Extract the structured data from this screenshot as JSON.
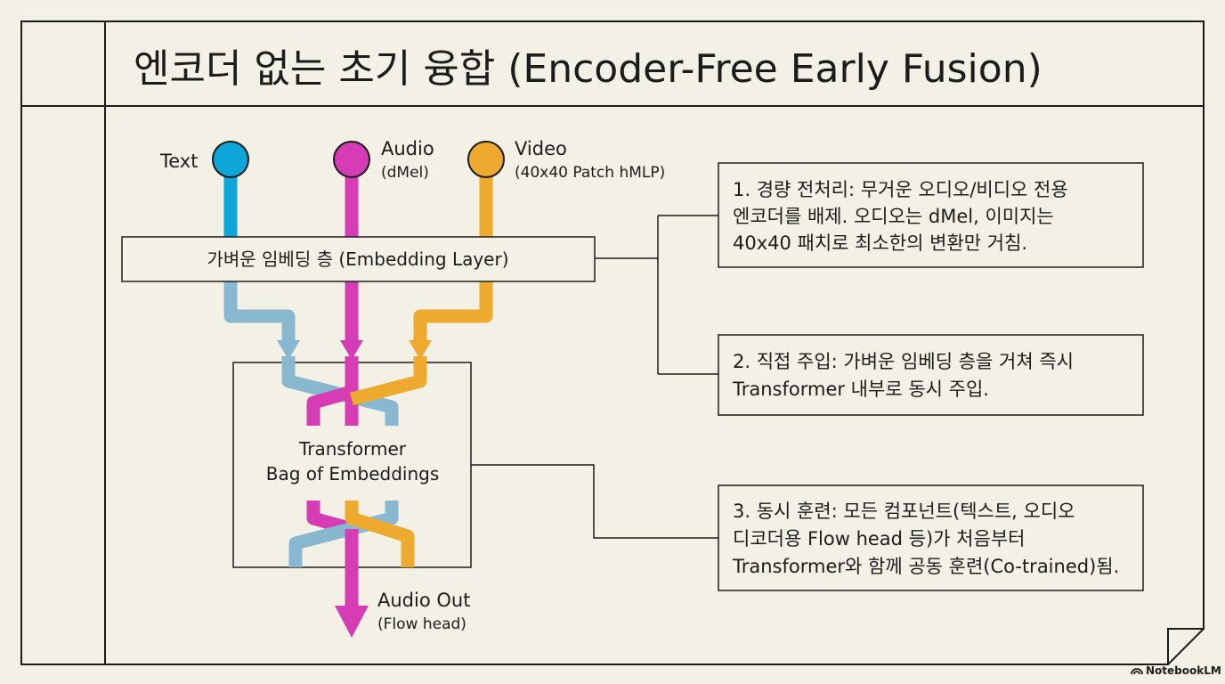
{
  "title": "엔코더 없는 초기 융합 (Encoder-Free Early Fusion)",
  "colors": {
    "background": "#f3f1e6",
    "text": "#0ea5d9",
    "audio": "#d63cb4",
    "video": "#eeaa2e",
    "text_stream_inner": "#88b8cf",
    "ink": "#1c1c1c"
  },
  "inputs": {
    "text": {
      "label": "Text"
    },
    "audio": {
      "label": "Audio",
      "sub": "(dMel)"
    },
    "video": {
      "label": "Video",
      "sub": "(40x40 Patch hMLP)"
    }
  },
  "embedding_layer": {
    "label": "가벼운 임베딩 층 (Embedding Layer)"
  },
  "transformer": {
    "line1": "Transformer",
    "line2": "Bag of Embeddings"
  },
  "output": {
    "label": "Audio Out",
    "sub": "(Flow head)"
  },
  "notes": [
    {
      "lines": [
        "1. 경량 전처리: 무거운 오디오/비디오 전용",
        "엔코더를 배제. 오디오는 dMel, 이미지는",
        "40x40 패치로 최소한의 변환만 거침."
      ]
    },
    {
      "lines": [
        "2. 직접 주입: 가벼운 임베딩 층을 거쳐 즉시",
        "Transformer 내부로 동시 주입."
      ]
    },
    {
      "lines": [
        "3. 동시 훈련: 모든 컴포넌트(텍스트, 오디오",
        "디코더용 Flow head 등)가 처음부터",
        "Transformer와 함께 공동 훈련(Co-trained)됨."
      ]
    }
  ],
  "brand": "NotebookLM",
  "brand_icon": "notebooklm-logo-icon"
}
